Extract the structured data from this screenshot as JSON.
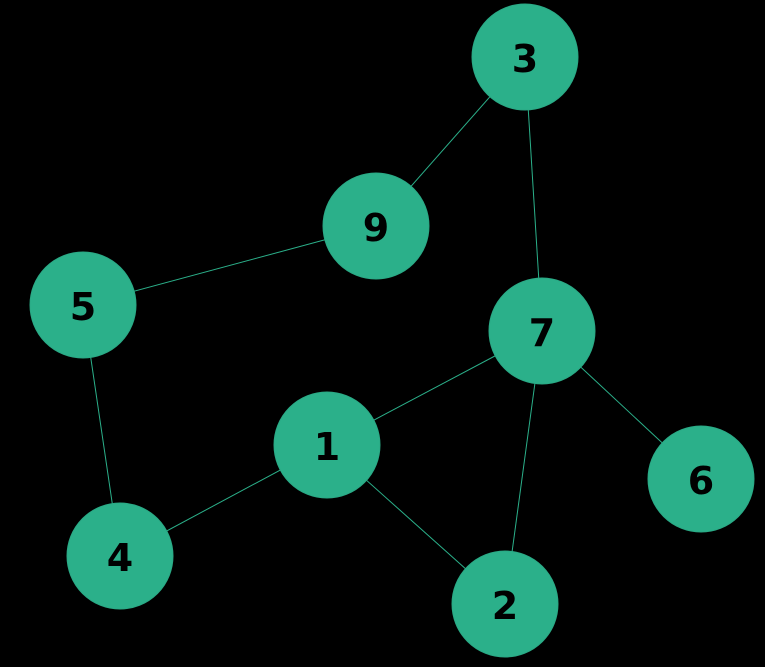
{
  "colors": {
    "background": "#000000",
    "node_fill": "#2bb08a",
    "edge_stroke": "#2bb08a",
    "label": "#000000"
  },
  "nodes": [
    {
      "id": "3",
      "label": "3"
    },
    {
      "id": "9",
      "label": "9"
    },
    {
      "id": "5",
      "label": "5"
    },
    {
      "id": "7",
      "label": "7"
    },
    {
      "id": "1",
      "label": "1"
    },
    {
      "id": "6",
      "label": "6"
    },
    {
      "id": "4",
      "label": "4"
    },
    {
      "id": "2",
      "label": "2"
    }
  ],
  "edges": [
    {
      "from": "3",
      "to": "9"
    },
    {
      "from": "3",
      "to": "7"
    },
    {
      "from": "9",
      "to": "5"
    },
    {
      "from": "5",
      "to": "4"
    },
    {
      "from": "7",
      "to": "1"
    },
    {
      "from": "7",
      "to": "6"
    },
    {
      "from": "7",
      "to": "2"
    },
    {
      "from": "1",
      "to": "4"
    },
    {
      "from": "1",
      "to": "2"
    }
  ]
}
